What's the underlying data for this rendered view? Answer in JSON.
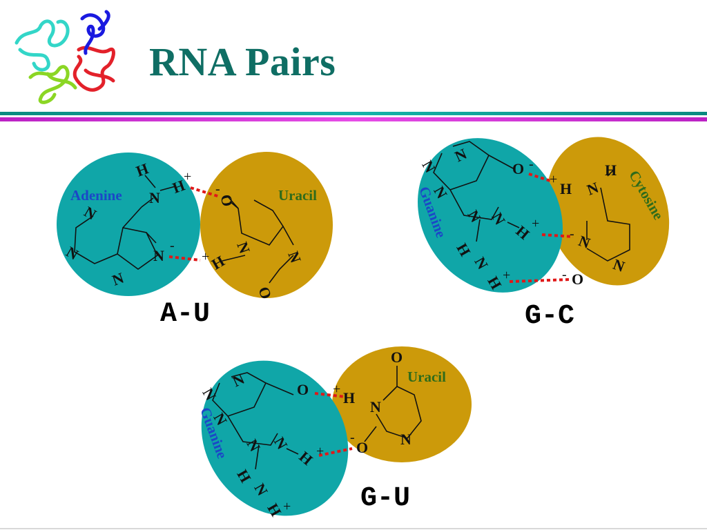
{
  "title": "RNA Pairs",
  "colors": {
    "teal": "#10a6a8",
    "gold": "#cc9a0a",
    "title": "#0f6e64",
    "bond": "#e01818"
  },
  "logo": "protein-ribbon-structure",
  "labels": {
    "adenine": "Adenine",
    "uracil": "Uracil",
    "guanine": "Guanine",
    "cytosine": "Cytosine"
  },
  "atoms": {
    "N": "N",
    "H": "H",
    "O": "O"
  },
  "charges": {
    "plus": "+",
    "minus": "-"
  },
  "pairs": {
    "au": "A-U",
    "gc": "G-C",
    "gu": "G-U"
  }
}
